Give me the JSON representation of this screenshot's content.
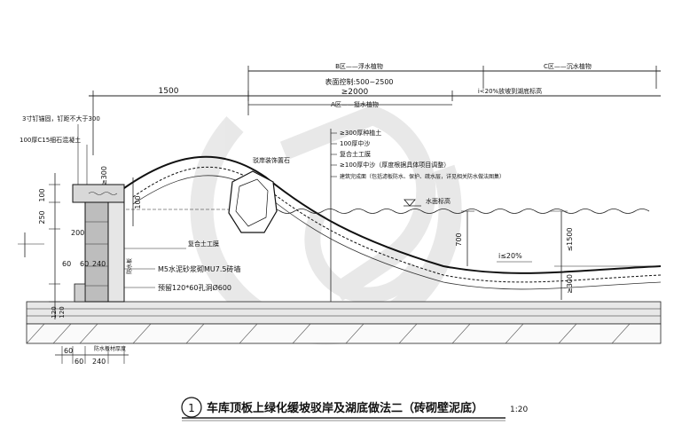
{
  "zones": {
    "b_zone": "B区——浮水植物",
    "c_zone": "C区——沉水植物",
    "a_zone": "A区——挺水植物"
  },
  "dimensions": {
    "d1500": "1500",
    "elev_range": "表面控制:500~2500",
    "d2000": "≥2000",
    "slope_note": "i<20%放坡到湖底标高",
    "top_300": "≥300",
    "h100": "100",
    "h250": "250",
    "w200": "200",
    "v100": "100",
    "b60": "60",
    "b60b": "60",
    "b240": "240",
    "b120a": "120",
    "b120b": "120",
    "bot60": "60",
    "bot60b": "60",
    "bot240": "240",
    "d700": "700",
    "d1500v": "≤1500",
    "d300v": "≥300",
    "slope_lower": "i≤20%"
  },
  "left_notes": {
    "note1": "3寸钉锚固，钉距不大于300",
    "note2": "100厚C15细石混凝土"
  },
  "layers": {
    "l1": "≥300厚种植土",
    "l2": "100厚中沙",
    "l3": "复合土工膜",
    "l4": "≥100厚中沙（厚度根据具体项目调整）",
    "l5": "建筑完成面（包括滤板防水、保护、疏水层，详见相关防水做法图集）"
  },
  "labels": {
    "rock": "驳岸装饰置石",
    "water_level": "水面标高",
    "geo_membrane": "复合土工膜",
    "mortar": "M5水泥砂浆砌MU7.5砖墙",
    "pipe": "预留120*60孔洞Ø600",
    "waterproof_top": "防水板",
    "waterproof_bot": "防水板材厚度"
  },
  "title": {
    "number": "1",
    "text": "车库顶板上绿化缓坡驳岸及湖底做法二（砖砌壁泥底）",
    "scale": "1:20"
  }
}
